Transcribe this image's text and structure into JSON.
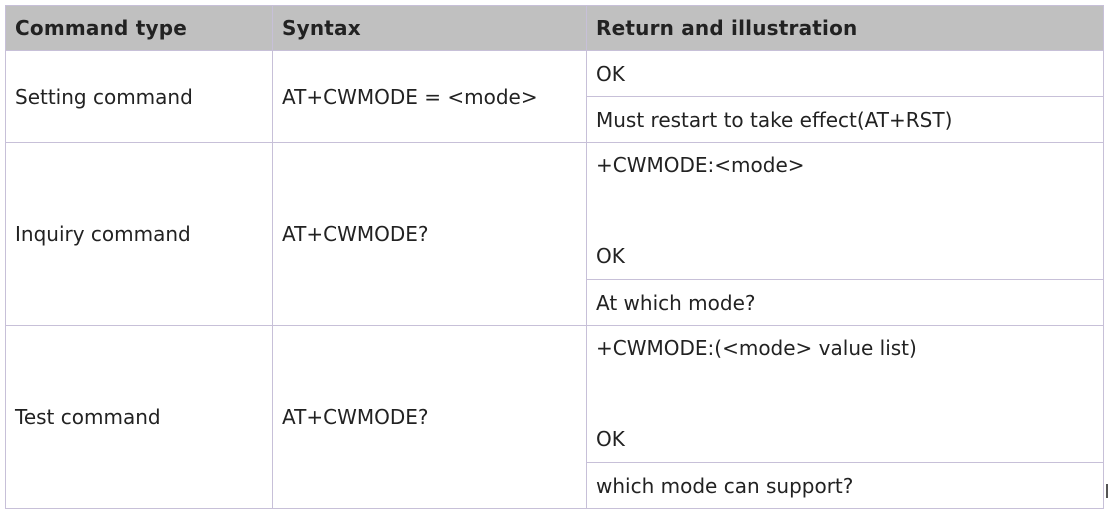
{
  "headers": {
    "command_type": "Command type",
    "syntax": "Syntax",
    "return": "Return and illustration"
  },
  "rows": [
    {
      "command_type": "Setting command",
      "syntax": "AT+CWMODE = <mode>",
      "return_lines": [
        "OK"
      ],
      "illustration": "Must restart to take effect(AT+RST)"
    },
    {
      "command_type": "Inquiry command",
      "syntax": "AT+CWMODE?",
      "return_lines": [
        "+CWMODE:<mode>",
        "OK"
      ],
      "illustration": "At which mode?"
    },
    {
      "command_type": "Test command",
      "syntax": "AT+CWMODE?",
      "return_lines": [
        "+CWMODE:(<mode> value list)",
        "OK"
      ],
      "illustration": "which mode can support?"
    }
  ]
}
